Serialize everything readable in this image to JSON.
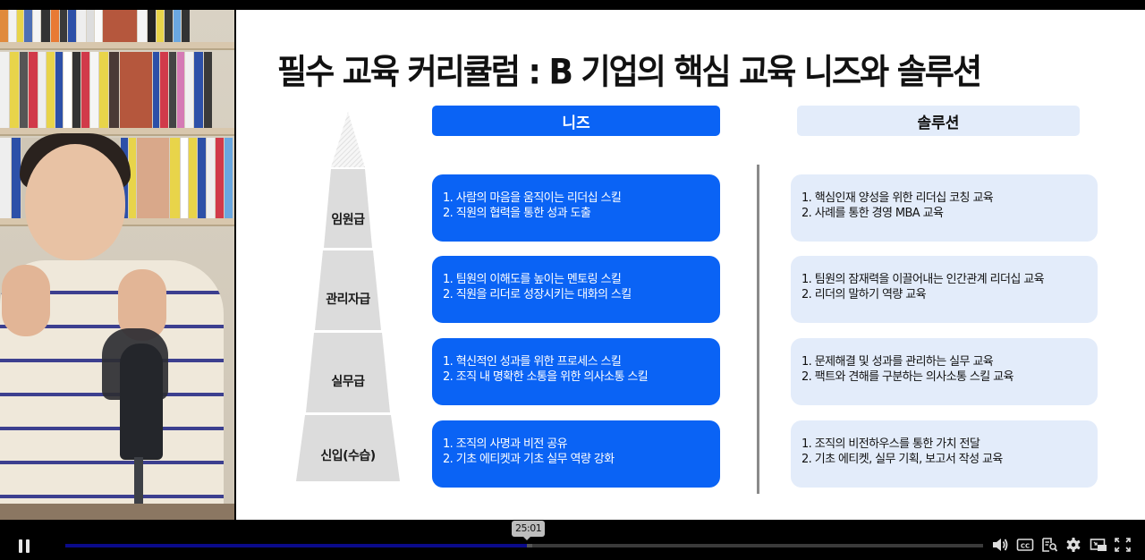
{
  "slide": {
    "title": "필수 교육 커리큘럼 : B 기업의 핵심 교육 니즈와 솔루션",
    "headers": {
      "needs": "니즈",
      "solutions": "솔루션"
    },
    "tiers": [
      {
        "label": "임원급",
        "needs": [
          "1. 사람의 마음을 움직이는 리더십 스킬",
          "2. 직원의 협력을 통한 성과 도출"
        ],
        "solutions": [
          "1. 핵심인재 양성을 위한 리더십 코칭 교육",
          "2. 사례를 통한 경영 MBA 교육"
        ]
      },
      {
        "label": "관리자급",
        "needs": [
          "1. 팀원의 이해도를 높이는 멘토링 스킬",
          "2. 직원을 리더로 성장시키는 대화의 스킬"
        ],
        "solutions": [
          "1. 팀원의 잠재력을 이끌어내는 인간관계 리더십 교육",
          "2. 리더의 말하기 역량 교육"
        ]
      },
      {
        "label": "실무급",
        "needs": [
          "1. 혁신적인 성과를 위한 프로세스 스킬",
          "2. 조직 내 명확한 소통을 위한 의사소통 스킬"
        ],
        "solutions": [
          "1. 문제해결 및 성과를 관리하는 실무 교육",
          "2. 팩트와 견해를 구분하는 의사소통 스킬 교육"
        ]
      },
      {
        "label": "신입(수습)",
        "needs": [
          "1. 조직의 사명과 비전 공유",
          "2. 기초 에티켓과 기초 실무 역량 강화"
        ],
        "solutions": [
          "1. 조직의 비전하우스를 통한 가치 전달",
          "2. 기초 에티켓, 실무 기획, 보고서 작성 교육"
        ]
      }
    ],
    "colors": {
      "needs_bg": "#0a63f5",
      "solutions_bg": "#e3ecfa",
      "pyramid": "#dcdcdc"
    }
  },
  "player": {
    "state": "playing",
    "time_tooltip": "25:01",
    "progress_percent": 50.3,
    "icons": [
      "pause-icon",
      "volume-icon",
      "captions-icon",
      "transcript-icon",
      "settings-icon",
      "picture-in-picture-icon",
      "fullscreen-icon"
    ],
    "cc_label": "CC"
  }
}
